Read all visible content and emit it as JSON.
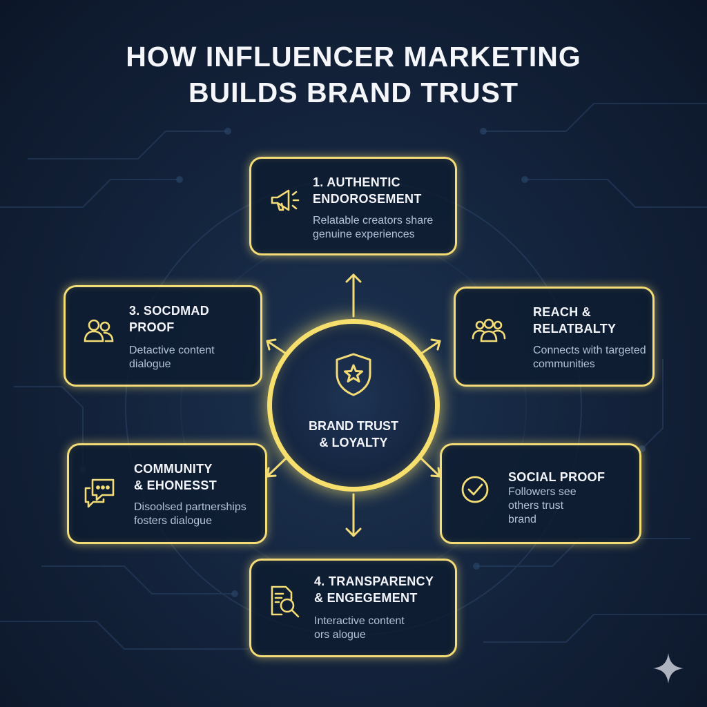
{
  "title": {
    "line1": "HOW INFLUENCER MARKETING",
    "line2": "BUILDS BRAND TRUST"
  },
  "hub": {
    "label": "BRAND TRUST\n& LOYALTY",
    "icon": "shield-star-icon"
  },
  "cards": [
    {
      "id": "authentic-endorsement",
      "title": "1. AUTHENTIC\nENDOROSEMENT",
      "description": "Relatable creators share\ngenuine experiences",
      "icon": "megaphone-icon"
    },
    {
      "id": "social-proof-top",
      "title": "3. SOCDMAD\nPROOF",
      "description": "Detactive content\ndialogue",
      "icon": "users-icon"
    },
    {
      "id": "reach-relatability",
      "title": "REACH &\nRELATBALTY",
      "description": "Connects with targeted\ncommunities",
      "icon": "group-icon"
    },
    {
      "id": "community-honesty",
      "title": "COMMUNITY\n& EHONESST",
      "description": "Disoolsed partnerships\nfosters dialogue",
      "icon": "chat-bubbles-icon"
    },
    {
      "id": "social-proof",
      "title": "SOCIAL PROOF",
      "description": "Followers see\nothers trust\nbrand",
      "icon": "check-circle-icon"
    },
    {
      "id": "transparency-engagement",
      "title": "4. TRANSPARENCY\n& ENGEGEMENT",
      "description": "Interactive content\nors alogue",
      "icon": "document-search-icon"
    }
  ],
  "colors": {
    "accent": "#f4dd76",
    "background": "#14243d",
    "text": "#f3f5fa",
    "muted_text": "#b3c2d8"
  }
}
